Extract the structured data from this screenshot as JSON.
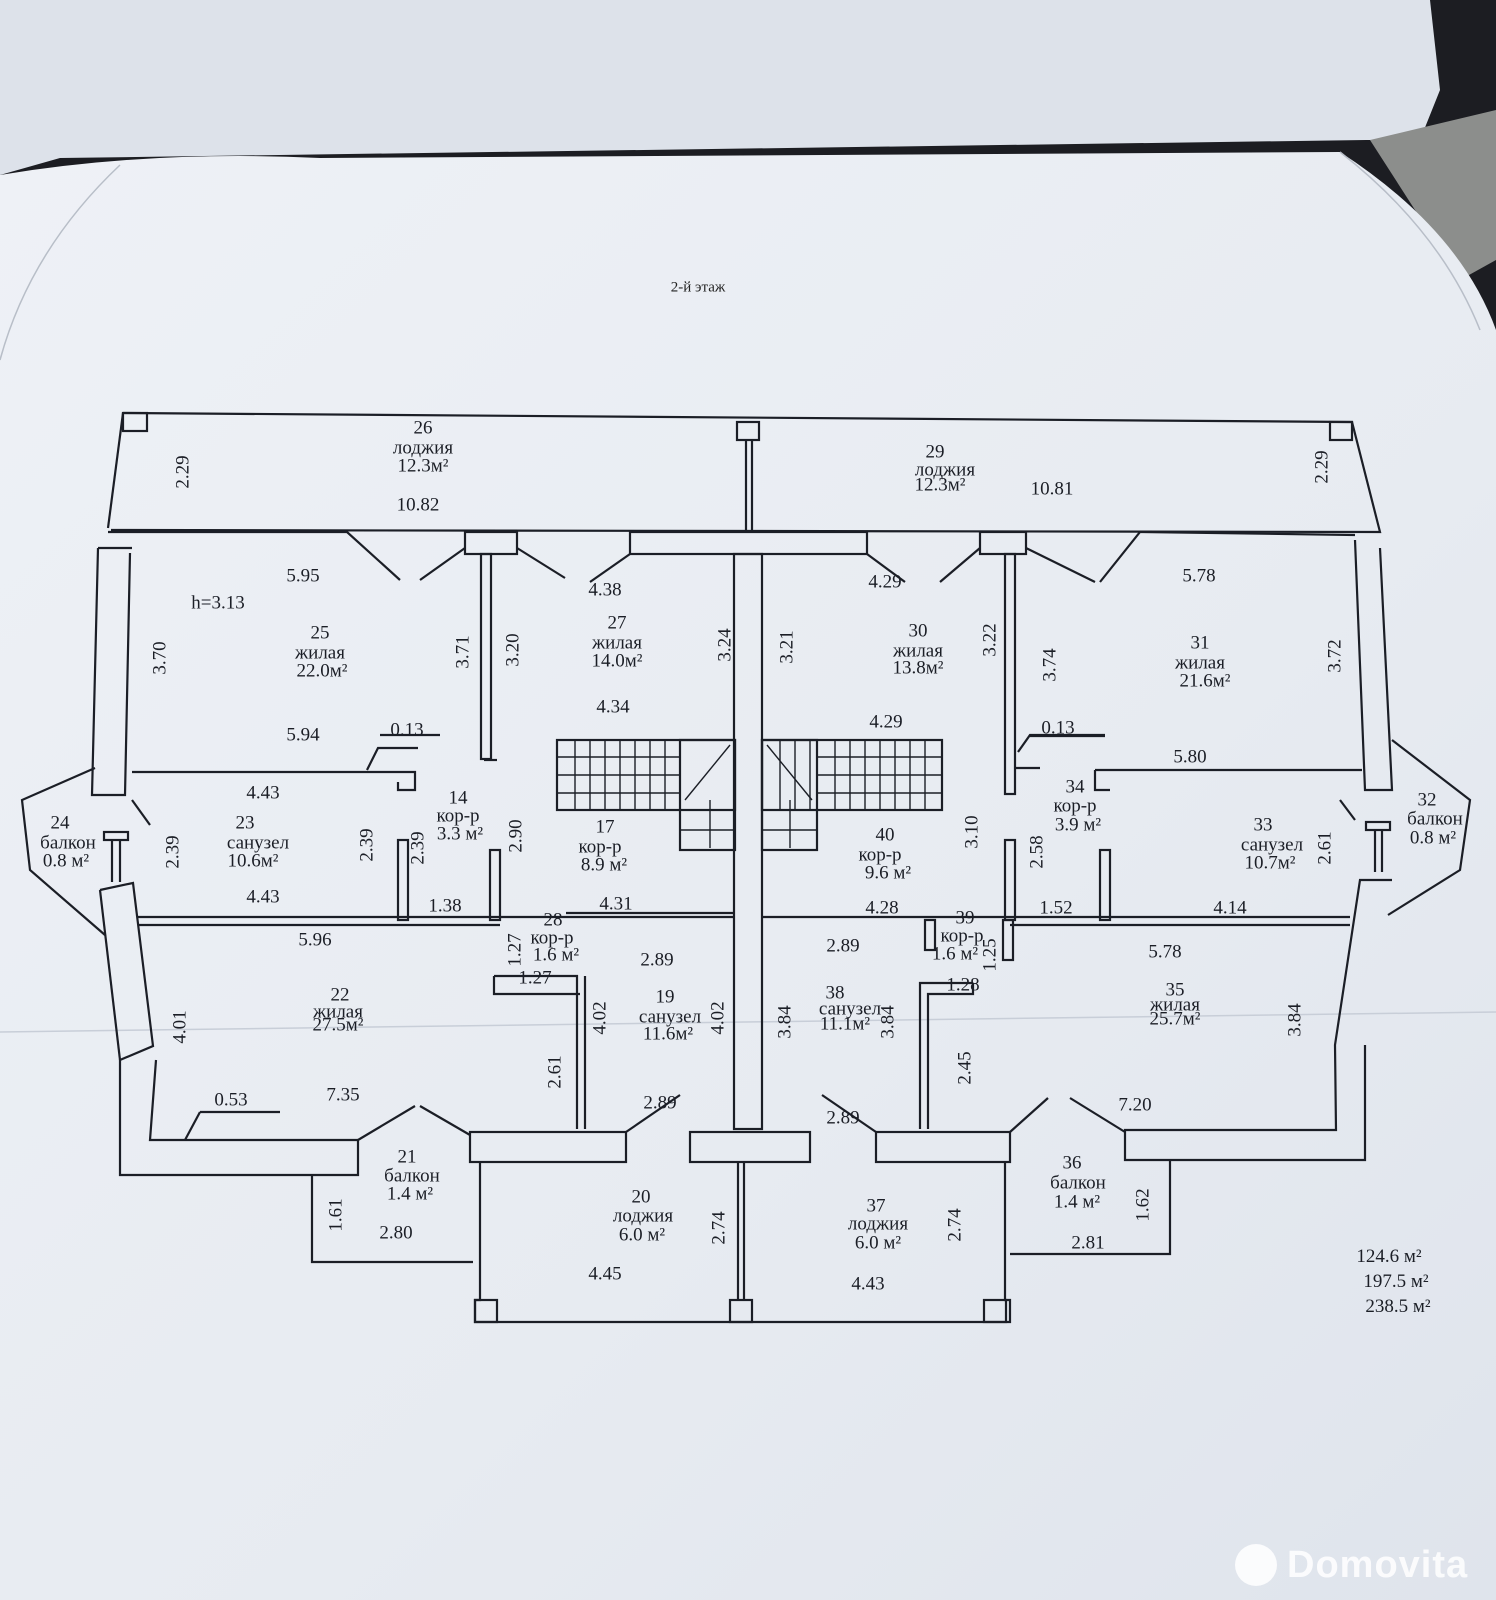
{
  "title": "2-й этаж",
  "ceiling": "h=3.13",
  "rooms": {
    "r26": {
      "num": "26",
      "type": "лоджия",
      "area": "12.3м²"
    },
    "r29": {
      "num": "29",
      "type": "лоджия",
      "area": "12.3м²"
    },
    "r25": {
      "num": "25",
      "type": "жилая",
      "area": "22.0м²"
    },
    "r27": {
      "num": "27",
      "type": "жилая",
      "area": "14.0м²"
    },
    "r30": {
      "num": "30",
      "type": "жилая",
      "area": "13.8м²"
    },
    "r31": {
      "num": "31",
      "type": "жилая",
      "area": "21.6м²"
    },
    "r14": {
      "num": "14",
      "type": "кор-р",
      "area": "3.3  м²"
    },
    "r34": {
      "num": "34",
      "type": "кор-р",
      "area": "3.9  м²"
    },
    "r23": {
      "num": "23",
      "type": "санузел",
      "area": "10.6м²"
    },
    "r24": {
      "num": "24",
      "type": "балкон",
      "area": "0.8  м²"
    },
    "r17": {
      "num": "17",
      "type": "кор-р",
      "area": "8.9  м²"
    },
    "r40": {
      "num": "40",
      "type": "кор-р",
      "area": "9.6  м²"
    },
    "r33": {
      "num": "33",
      "type": "санузел",
      "area": "10.7м²"
    },
    "r32": {
      "num": "32",
      "type": "балкон",
      "area": "0.8  м²"
    },
    "r28": {
      "num": "28",
      "type": "кор-р",
      "area": "1.6  м²"
    },
    "r39": {
      "num": "39",
      "type": "кор-р",
      "area": "1.6  м²"
    },
    "r22": {
      "num": "22",
      "type": "жилая",
      "area": "27.5м²"
    },
    "r19": {
      "num": "19",
      "type": "санузел",
      "area": "11.6м²"
    },
    "r38": {
      "num": "38",
      "type": "санузел",
      "area": "11.1м²"
    },
    "r35": {
      "num": "35",
      "type": "жилая",
      "area": "25.7м²"
    },
    "r21": {
      "num": "21",
      "type": "балкон",
      "area": "1.4  м²"
    },
    "r20": {
      "num": "20",
      "type": "лоджия",
      "area": "6.0  м²"
    },
    "r37": {
      "num": "37",
      "type": "лоджия",
      "area": "6.0  м²"
    },
    "r36": {
      "num": "36",
      "type": "балкон",
      "area": "1.4  м²"
    }
  },
  "dims": {
    "d1082": "10.82",
    "d1081": "10.81",
    "d229a": "2.29",
    "d229b": "2.29",
    "d595": "5.95",
    "d438": "4.38",
    "d429a": "4.29",
    "d578a": "5.78",
    "d370": "3.70",
    "d371": "3.71",
    "d320": "3.20",
    "d324": "3.24",
    "d321": "3.21",
    "d322": "3.22",
    "d374": "3.74",
    "d372": "3.72",
    "d434": "4.34",
    "d429b": "4.29",
    "d594": "5.94",
    "d013a": "0.13",
    "d013b": "0.13",
    "d443a": "4.43",
    "d580": "5.80",
    "d239a": "2.39",
    "d239b": "2.39",
    "d239c": "2.39",
    "d290": "2.90",
    "d310": "3.10",
    "d258": "2.58",
    "d261": "2.61",
    "d443b": "4.43",
    "d138": "1.38",
    "d431": "4.31",
    "d428": "4.28",
    "d152": "1.52",
    "d414": "4.14",
    "d596": "5.96",
    "d127a": "1.27",
    "d127b": "1.27",
    "d289a": "2.89",
    "d289b": "2.89",
    "d125": "1.25",
    "d128": "1.28",
    "d578b": "5.78",
    "d401": "4.01",
    "d402a": "4.02",
    "d402b": "4.02",
    "d384a": "3.84",
    "d384b": "3.84",
    "d384c": "3.84",
    "d261b": "2.61",
    "d245": "2.45",
    "d053": "0.53",
    "d735": "7.35",
    "d289c": "2.89",
    "d289d": "2.89",
    "d720": "7.20",
    "d161": "1.61",
    "d280": "2.80",
    "d274a": "2.74",
    "d274b": "2.74",
    "d162": "1.62",
    "d281": "2.81",
    "d445": "4.45",
    "d443c": "4.43"
  },
  "totals": [
    "124.6 м²",
    "197.5 м²",
    "238.5 м²"
  ],
  "watermark": "Domovita",
  "colors": {
    "paper": "#e9edf3",
    "ink": "#1b1e26",
    "background": "#1c1d22"
  }
}
